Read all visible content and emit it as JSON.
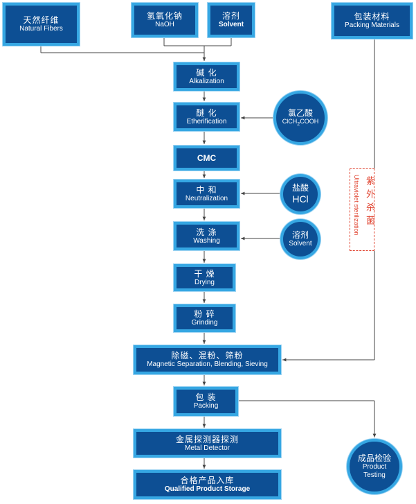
{
  "inputs": {
    "natural_fibers": {
      "cn": "天然纤维",
      "en": "Natural Fibers"
    },
    "naoh": {
      "cn": "氢氧化钠",
      "en": "NaOH"
    },
    "solvent": {
      "cn": "溶剂",
      "en": "Solvent"
    },
    "packing_materials": {
      "cn": "包装材料",
      "en": "Packing Materials"
    }
  },
  "steps": {
    "alkalization": {
      "cn": "碱 化",
      "en": "Alkalization"
    },
    "etherification": {
      "cn": "醚 化",
      "en": "Etherification"
    },
    "cmc": {
      "en": "CMC"
    },
    "neutralization": {
      "cn": "中 和",
      "en": "Neutralization"
    },
    "washing": {
      "cn": "洗 涤",
      "en": "Washing"
    },
    "drying": {
      "cn": "干 燥",
      "en": "Drying"
    },
    "grinding": {
      "cn": "粉 碎",
      "en": "Grinding"
    },
    "magnetic": {
      "cn": "除磁、混粉、筛粉",
      "en": "Magnetic Separation, Blending, Sieving"
    },
    "packing": {
      "cn": "包 装",
      "en": "Packing"
    },
    "metal_detector": {
      "cn": "金属探测器探测",
      "en": "Metal Detector"
    },
    "storage": {
      "cn": "合格产品入库",
      "en": "Qualified Product Storage"
    }
  },
  "reagents": {
    "chloroacetic": {
      "cn": "氯乙酸",
      "formula_pre": "ClCH",
      "formula_sub": "2",
      "formula_post": "COOH"
    },
    "hcl": {
      "cn": "盐酸",
      "en": "HCl"
    },
    "solvent": {
      "cn": "溶剂",
      "en": "Solvent"
    }
  },
  "testing": {
    "cn": "成品检验",
    "en_line1": "Product",
    "en_line2": "Testing"
  },
  "uv": {
    "cn": "紫外杀菌",
    "en": "Ultraviolet sterilization"
  },
  "colors": {
    "box_fill": "#0d4f94",
    "box_border": "#36a7e3",
    "line": "#444444",
    "uv_accent": "#e0432f"
  }
}
